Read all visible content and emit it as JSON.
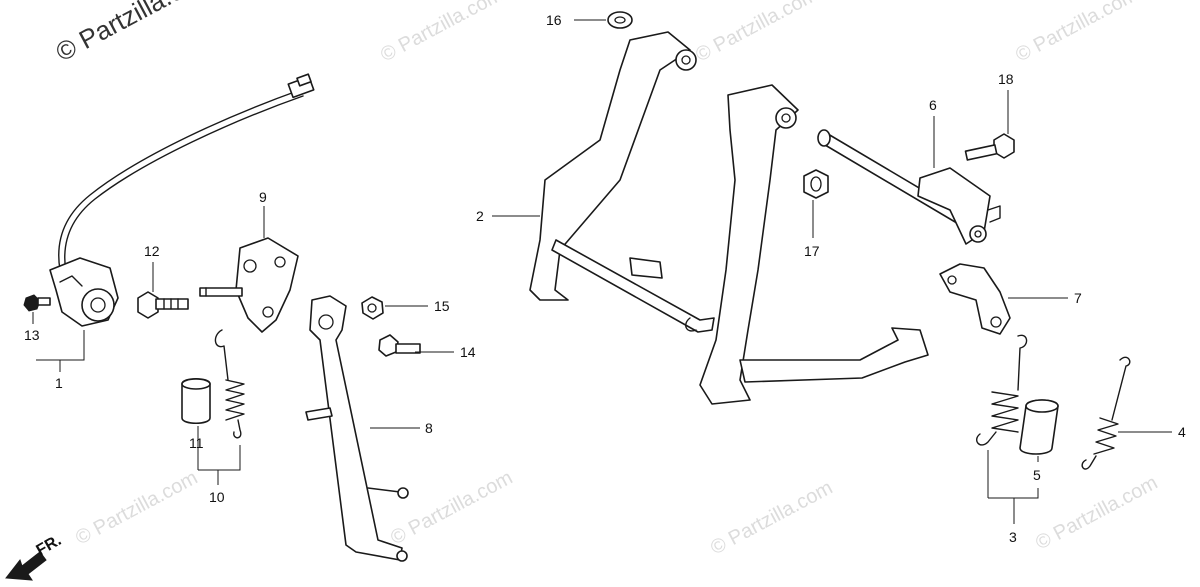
{
  "watermark": {
    "main": "© Partzilla.c",
    "repeat": "© Partzilla.com"
  },
  "direction_label": "FR.",
  "callouts": {
    "c1": "1",
    "c2": "2",
    "c3": "3",
    "c4": "4",
    "c5": "5",
    "c6": "6",
    "c7": "7",
    "c8": "8",
    "c9": "9",
    "c10": "10",
    "c11": "11",
    "c12": "12",
    "c13": "13",
    "c14": "14",
    "c15": "15",
    "c16": "16",
    "c17": "17",
    "c18": "18"
  }
}
